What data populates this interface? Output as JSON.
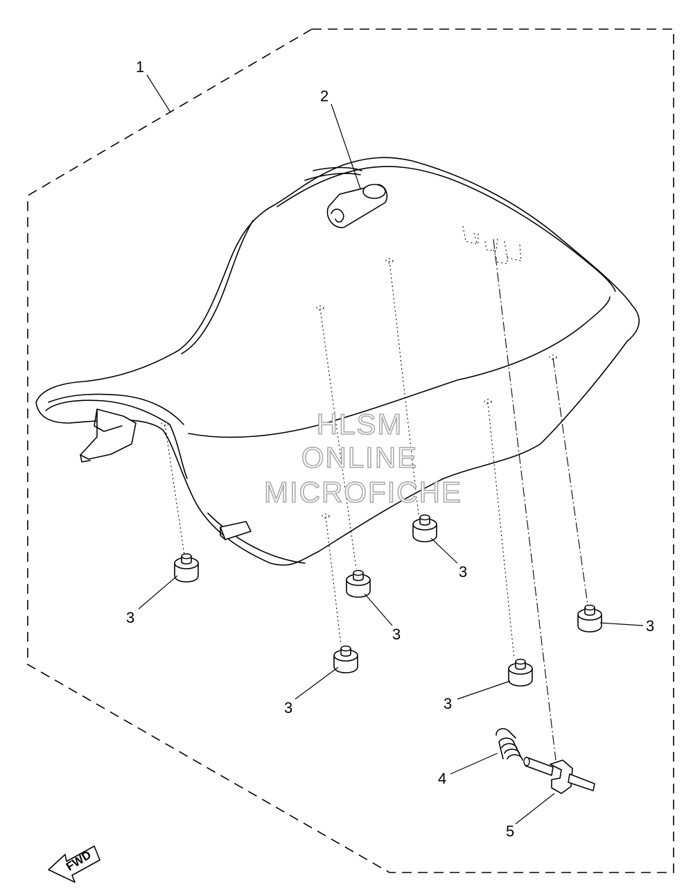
{
  "callouts": {
    "c1": "1",
    "c2": "2",
    "c3a": "3",
    "c3b": "3",
    "c3c": "3",
    "c3d": "3",
    "c3e": "3",
    "c3f": "3",
    "c4": "4",
    "c5": "5"
  },
  "watermark": {
    "line1": "HLSM",
    "line2": "ONLINE",
    "line3": "MICROFICHE"
  },
  "fwd_label": "FWD",
  "colors": {
    "line": "#000000",
    "watermark_outline": "#a9a9a9",
    "background": "#ffffff"
  }
}
